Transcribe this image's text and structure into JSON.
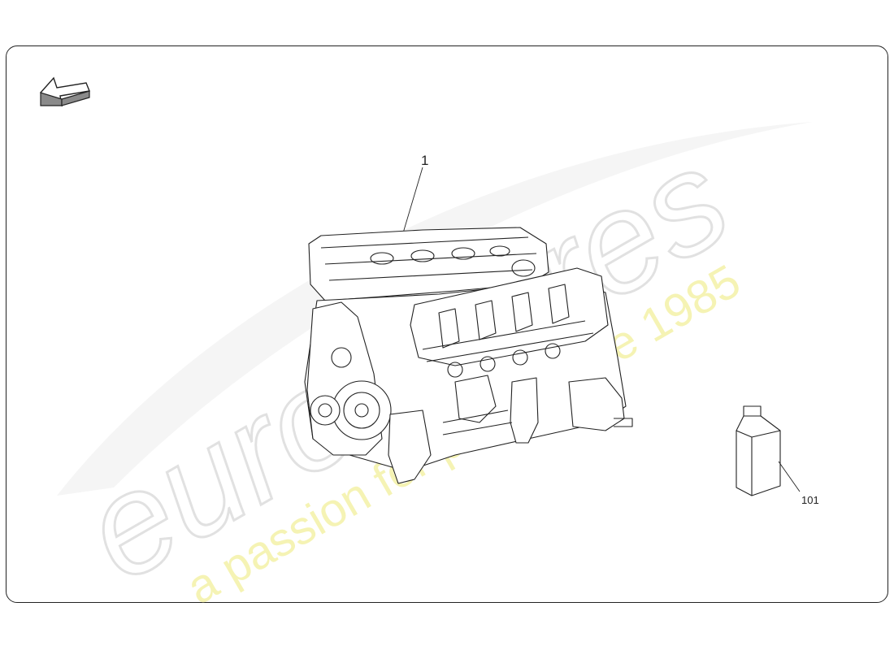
{
  "diagram": {
    "callouts": [
      {
        "id": "1",
        "label": "1"
      },
      {
        "id": "101",
        "label": "101"
      }
    ],
    "watermark": {
      "brand_text": "eurospares",
      "tagline": "a passion for parts since 1985",
      "brand_color": "#d9d9d9",
      "tagline_color": "#f3f19a"
    },
    "nav_arrow": {
      "icon": "back-arrow-icon"
    },
    "colors": {
      "line": "#222222",
      "frame": "#222222"
    }
  }
}
